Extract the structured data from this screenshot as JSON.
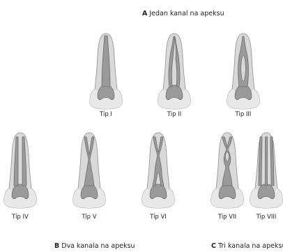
{
  "groups": {
    "a": {
      "letter": "A",
      "text": "Jedan kanal na apeksu"
    },
    "b": {
      "letter": "B",
      "text": "Dva kanala na apeksu"
    },
    "c": {
      "letter": "C",
      "text": "Tri kanala na apeksu"
    }
  },
  "teeth": [
    {
      "label": "Tip I",
      "canal_pattern": "single-canal"
    },
    {
      "label": "Tip II",
      "canal_pattern": "two-canals-merge-one-apex"
    },
    {
      "label": "Tip III",
      "canal_pattern": "one-splits-rejoins-one-apex"
    },
    {
      "label": "Tip IV",
      "canal_pattern": "two-separate-canals"
    },
    {
      "label": "Tip V",
      "canal_pattern": "one-splits-two-apices"
    },
    {
      "label": "Tip VI",
      "canal_pattern": "two-merge-split-two-apices"
    },
    {
      "label": "Tip VII",
      "canal_pattern": "one-split-join-split-two-apices"
    },
    {
      "label": "Tip VIII",
      "canal_pattern": "three-separate-canals"
    }
  ],
  "colors": {
    "tooth_fill": "#d9d9d9",
    "tooth_outline": "#8f8f8f",
    "enamel_fill": "#e8e8e8",
    "pulp_fill": "#9a9a9a",
    "pulp_outline": "#555555",
    "text": "#222222"
  }
}
